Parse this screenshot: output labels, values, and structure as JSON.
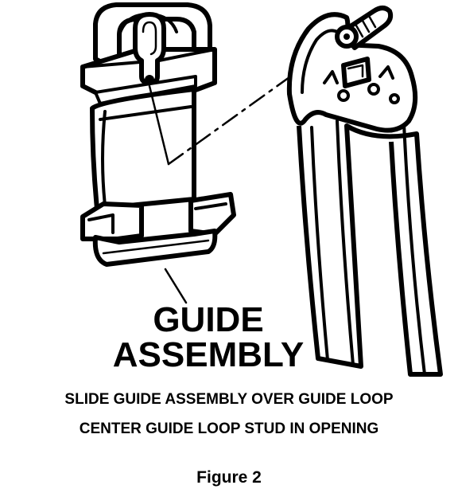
{
  "figure": {
    "callout_label_line1": "GUIDE",
    "callout_label_line2": "ASSEMBLY",
    "instruction_line1": "SLIDE GUIDE ASSEMBLY OVER GUIDE LOOP",
    "instruction_line2": "CENTER GUIDE LOOP STUD IN OPENING",
    "figure_number": "Figure 2"
  },
  "colors": {
    "ink": "#000000",
    "paper": "#ffffff"
  }
}
